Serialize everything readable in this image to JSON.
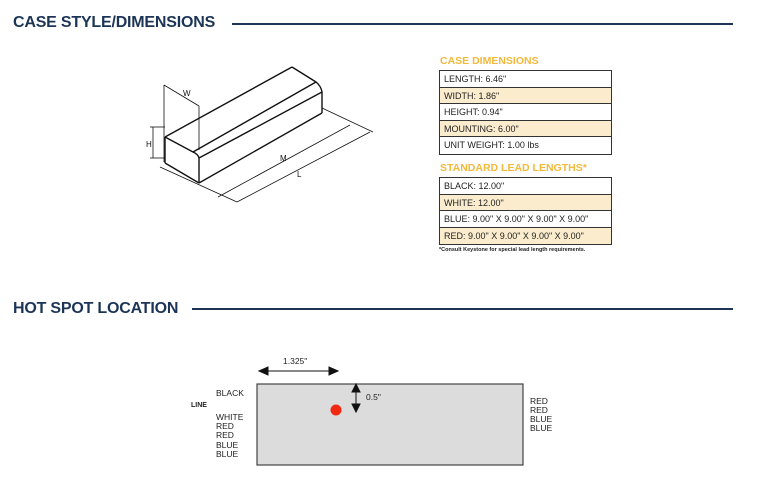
{
  "case_section": {
    "title": "CASE STYLE/DIMENSIONS",
    "diagram_labels": {
      "w": "W",
      "h": "H",
      "m": "M",
      "l": "L"
    },
    "case_dimensions": {
      "title": "CASE DIMENSIONS",
      "rows": [
        "LENGTH: 6.46\"",
        "WIDTH: 1.86\"",
        "HEIGHT: 0.94\"",
        "MOUNTING: 6.00\"",
        "UNIT WEIGHT: 1.00 lbs"
      ]
    },
    "lead_lengths": {
      "title": "STANDARD LEAD LENGTHS*",
      "rows": [
        "BLACK: 12.00\"",
        "WHITE: 12.00\"",
        "BLUE: 9.00\" X 9.00\" X 9.00\" X 9.00\"",
        "RED: 9.00\" X 9.00\" X 9.00\" X 9.00\""
      ]
    },
    "footnote": "*Consult Keystone for special lead length requirements."
  },
  "hotspot_section": {
    "title": "HOT SPOT LOCATION",
    "horizontal_dim": "1.325\"",
    "vertical_dim": "0.5\"",
    "line_label": "LINE",
    "left_leads": [
      "BLACK",
      "WHITE",
      "RED",
      "RED",
      "BLUE",
      "BLUE"
    ],
    "right_leads": [
      "RED",
      "RED",
      "BLUE",
      "BLUE"
    ]
  },
  "colors": {
    "navy": "#1c3557",
    "gold": "#f2b93b",
    "row_alt": "#fbeccd",
    "hotspot": "#f02a10",
    "case_fill": "#dcdcdc"
  }
}
